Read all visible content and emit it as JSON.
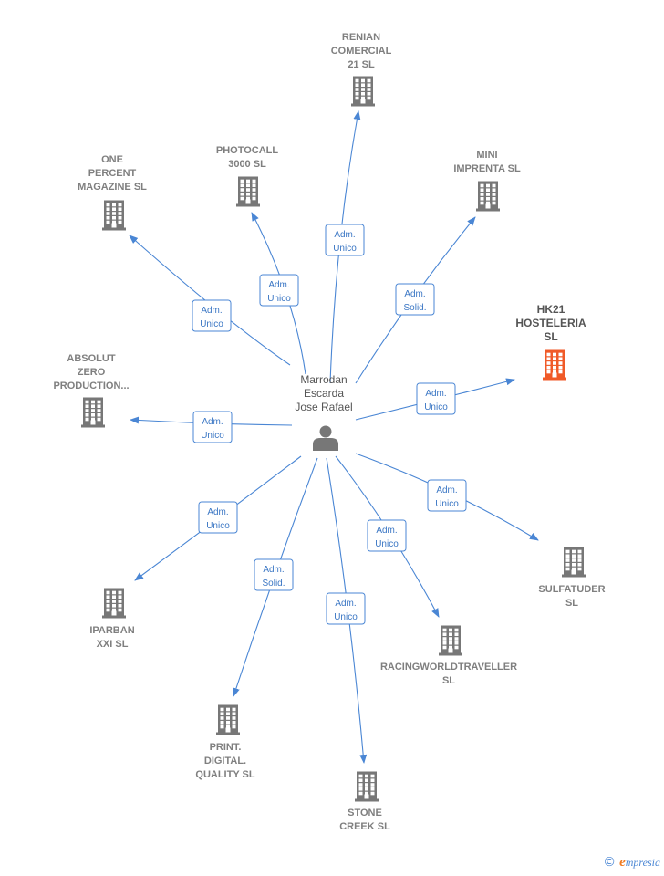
{
  "colors": {
    "edge": "#4a86d4",
    "building": "#777777",
    "building_highlight": "#f05a28",
    "person": "#777777"
  },
  "person": {
    "label_lines": [
      "Marrodan",
      "Escarda",
      "Jose Rafael"
    ],
    "icon": "person-icon"
  },
  "companies": [
    {
      "id": "renian",
      "lines": [
        "RENIAN",
        "COMERCIAL",
        "21  SL"
      ],
      "role": [
        "Adm.",
        "Unico"
      ],
      "highlight": false
    },
    {
      "id": "photocall",
      "lines": [
        "PHOTOCALL",
        "3000 SL"
      ],
      "role": [
        "Adm.",
        "Unico"
      ],
      "highlight": false
    },
    {
      "id": "onepercent",
      "lines": [
        "ONE",
        "PERCENT",
        "MAGAZINE  SL"
      ],
      "role": [
        "Adm.",
        "Unico"
      ],
      "highlight": false
    },
    {
      "id": "mini",
      "lines": [
        "MINI",
        "IMPRENTA SL"
      ],
      "role": [
        "Adm.",
        "Solid."
      ],
      "highlight": false
    },
    {
      "id": "hk21",
      "lines": [
        "HK21",
        "HOSTELERIA",
        "SL"
      ],
      "role": [
        "Adm.",
        "Unico"
      ],
      "highlight": true
    },
    {
      "id": "absolut",
      "lines": [
        "ABSOLUT",
        "ZERO",
        "PRODUCTION..."
      ],
      "role": [
        "Adm.",
        "Unico"
      ],
      "highlight": false
    },
    {
      "id": "sulfatuder",
      "lines": [
        "SULFATUDER",
        "SL"
      ],
      "role": [
        "Adm.",
        "Unico"
      ],
      "highlight": false
    },
    {
      "id": "iparban",
      "lines": [
        "IPARBAN",
        "XXI SL"
      ],
      "role": [
        "Adm.",
        "Unico"
      ],
      "highlight": false
    },
    {
      "id": "racing",
      "lines": [
        "RACINGWORLDTRAVELLER",
        "SL"
      ],
      "role": [
        "Adm.",
        "Unico"
      ],
      "highlight": false
    },
    {
      "id": "print",
      "lines": [
        "PRINT.",
        "DIGITAL.",
        "QUALITY SL"
      ],
      "role": [
        "Adm.",
        "Solid."
      ],
      "highlight": false
    },
    {
      "id": "stone",
      "lines": [
        "STONE",
        "CREEK SL"
      ],
      "role": [
        "Adm.",
        "Unico"
      ],
      "highlight": false
    }
  ],
  "footer": {
    "copyright": "©",
    "brand_initial": "e",
    "brand_rest": "mpresia"
  }
}
